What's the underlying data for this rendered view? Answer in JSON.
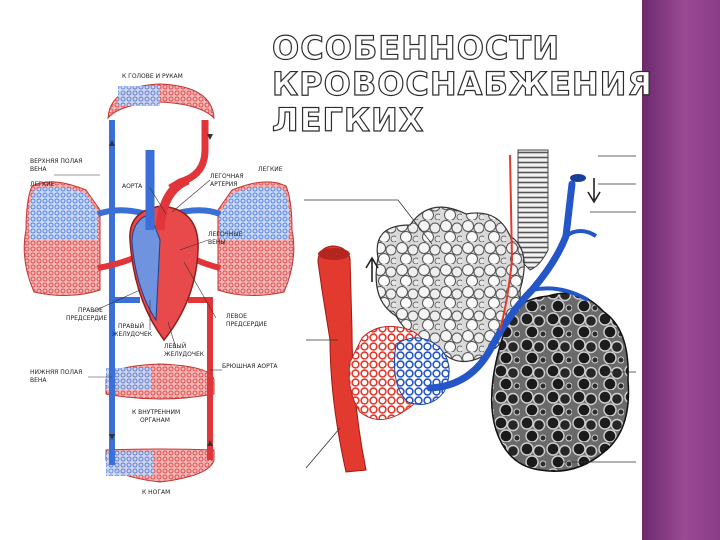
{
  "slide": {
    "title_lines": [
      "ОСОБЕННОСТИ",
      "КРОВОСНАБЖЕНИЯ",
      "ЛЕГКИХ"
    ]
  },
  "circulation": {
    "labels": {
      "head_arms": "К ГОЛОВЕ И РУКАМ",
      "superior_vena_cava_1": "ВЕРХНЯЯ ПОЛАЯ",
      "superior_vena_cava_2": "ВЕНА",
      "lungs_left": "ЛЕГКИЕ",
      "lungs_right": "ЛЕГКИЕ",
      "aorta": "АОРТА",
      "pulmonary_artery_1": "ЛЕГОЧНАЯ",
      "pulmonary_artery_2": "АРТЕРИЯ",
      "pulmonary_veins_1": "ЛЕГОЧНЫЕ",
      "pulmonary_veins_2": "ВЕНЫ",
      "right_atrium_1": "ПРАВОЕ",
      "right_atrium_2": "ПРЕДСЕРДИЕ",
      "right_ventricle_1": "ПРАВЫЙ",
      "right_ventricle_2": "ЖЕЛУДОЧЕК",
      "left_atrium_1": "ЛЕВОЕ",
      "left_atrium_2": "ПРЕДСЕРДИЕ",
      "left_ventricle_1": "ЛЕВЫЙ",
      "left_ventricle_2": "ЖЕЛУДОЧЕК",
      "inferior_vena_cava_1": "НИЖНЯЯ ПОЛАЯ",
      "inferior_vena_cava_2": "ВЕНА",
      "abdominal_aorta": "БРЮШНАЯ АОРТА",
      "internal_organs_1": "К ВНУТРЕННИМ",
      "internal_organs_2": "ОРГАНАМ",
      "legs": "К НОГАМ"
    }
  },
  "colors": {
    "arterial": "#e0363a",
    "venous": "#3a6fd8",
    "accent_band": "#8a3d86"
  }
}
